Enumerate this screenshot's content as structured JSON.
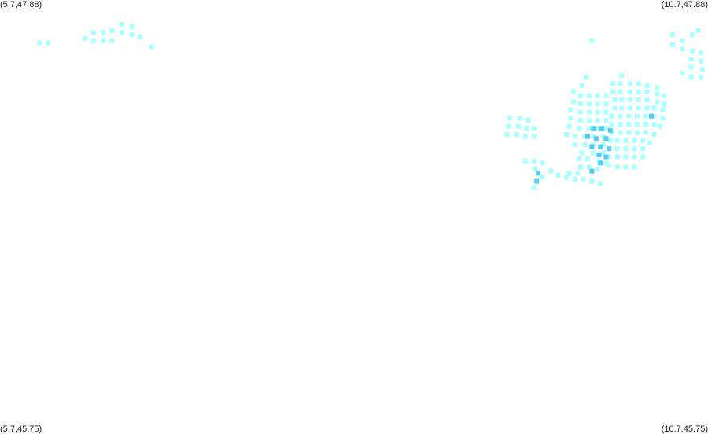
{
  "map": {
    "corners": {
      "top_left": "(5.7,47.88)",
      "top_right": "(10.7,47.88)",
      "bottom_left": "(5.7,45.75)",
      "bottom_right": "(10.7,45.75)"
    },
    "extent": {
      "lon_min": 5.7,
      "lon_max": 10.7,
      "lat_min": 45.75,
      "lat_max": 47.88
    },
    "colors": {
      "background": "#ffffff",
      "light_cell": "#aaffff",
      "dark_cell": "#55ccf0"
    },
    "cells_light": [
      [
        5.98,
        47.67
      ],
      [
        6.04,
        47.67
      ],
      [
        6.3,
        47.69
      ],
      [
        6.36,
        47.72
      ],
      [
        6.43,
        47.72
      ],
      [
        6.36,
        47.68
      ],
      [
        6.43,
        47.68
      ],
      [
        6.49,
        47.68
      ],
      [
        6.49,
        47.73
      ],
      [
        6.56,
        47.76
      ],
      [
        6.63,
        47.75
      ],
      [
        6.56,
        47.72
      ],
      [
        6.63,
        47.71
      ],
      [
        6.69,
        47.7
      ],
      [
        6.77,
        47.65
      ],
      [
        9.88,
        47.68
      ],
      [
        10.45,
        47.71
      ],
      [
        10.52,
        47.68
      ],
      [
        10.59,
        47.71
      ],
      [
        10.63,
        47.73
      ],
      [
        10.45,
        47.66
      ],
      [
        10.52,
        47.64
      ],
      [
        10.59,
        47.63
      ],
      [
        10.65,
        47.62
      ],
      [
        10.65,
        47.58
      ],
      [
        10.58,
        47.59
      ],
      [
        10.58,
        47.55
      ],
      [
        10.66,
        47.54
      ],
      [
        10.52,
        47.52
      ],
      [
        10.58,
        47.5
      ],
      [
        10.65,
        47.5
      ],
      [
        9.84,
        47.5
      ],
      [
        9.81,
        47.46
      ],
      [
        9.75,
        47.43
      ],
      [
        9.8,
        47.41
      ],
      [
        9.86,
        47.41
      ],
      [
        9.92,
        47.41
      ],
      [
        9.98,
        47.41
      ],
      [
        9.75,
        47.38
      ],
      [
        9.8,
        47.37
      ],
      [
        9.86,
        47.37
      ],
      [
        9.92,
        47.37
      ],
      [
        9.98,
        47.37
      ],
      [
        9.73,
        47.34
      ],
      [
        9.8,
        47.33
      ],
      [
        9.86,
        47.33
      ],
      [
        9.92,
        47.33
      ],
      [
        9.98,
        47.33
      ],
      [
        9.73,
        47.3
      ],
      [
        9.8,
        47.29
      ],
      [
        9.86,
        47.29
      ],
      [
        9.92,
        47.29
      ],
      [
        9.98,
        47.29
      ],
      [
        9.72,
        47.26
      ],
      [
        9.79,
        47.25
      ],
      [
        9.86,
        47.25
      ],
      [
        9.92,
        47.25
      ],
      [
        9.98,
        47.25
      ],
      [
        9.7,
        47.22
      ],
      [
        9.76,
        47.21
      ],
      [
        9.83,
        47.21
      ],
      [
        9.89,
        47.21
      ],
      [
        9.96,
        47.21
      ],
      [
        9.76,
        47.17
      ],
      [
        9.83,
        47.17
      ],
      [
        9.89,
        47.17
      ],
      [
        9.96,
        47.17
      ],
      [
        9.81,
        47.13
      ],
      [
        9.89,
        47.13
      ],
      [
        9.96,
        47.13
      ],
      [
        9.79,
        47.1
      ],
      [
        9.85,
        47.1
      ],
      [
        9.93,
        47.09
      ],
      [
        9.98,
        47.08
      ],
      [
        9.8,
        47.06
      ],
      [
        9.86,
        47.06
      ],
      [
        9.92,
        47.05
      ],
      [
        9.72,
        47.03
      ],
      [
        9.78,
        47.03
      ],
      [
        9.64,
        47.02
      ],
      [
        9.7,
        47.01
      ],
      [
        9.76,
        47.0
      ],
      [
        9.82,
        47.0
      ],
      [
        9.88,
        46.99
      ],
      [
        9.94,
        46.98
      ],
      [
        10.09,
        47.51
      ],
      [
        10.03,
        47.47
      ],
      [
        10.08,
        47.47
      ],
      [
        10.15,
        47.47
      ],
      [
        10.21,
        47.47
      ],
      [
        10.27,
        47.46
      ],
      [
        10.34,
        47.45
      ],
      [
        10.03,
        47.43
      ],
      [
        10.08,
        47.43
      ],
      [
        10.15,
        47.43
      ],
      [
        10.21,
        47.43
      ],
      [
        10.27,
        47.43
      ],
      [
        10.34,
        47.42
      ],
      [
        10.39,
        47.41
      ],
      [
        10.04,
        47.39
      ],
      [
        10.09,
        47.39
      ],
      [
        10.15,
        47.39
      ],
      [
        10.21,
        47.39
      ],
      [
        10.27,
        47.39
      ],
      [
        10.34,
        47.38
      ],
      [
        10.39,
        47.37
      ],
      [
        10.04,
        47.35
      ],
      [
        10.09,
        47.35
      ],
      [
        10.15,
        47.35
      ],
      [
        10.21,
        47.35
      ],
      [
        10.27,
        47.35
      ],
      [
        10.32,
        47.35
      ],
      [
        10.38,
        47.34
      ],
      [
        10.02,
        47.31
      ],
      [
        10.08,
        47.31
      ],
      [
        10.14,
        47.31
      ],
      [
        10.2,
        47.31
      ],
      [
        10.26,
        47.31
      ],
      [
        10.32,
        47.31
      ],
      [
        10.38,
        47.3
      ],
      [
        10.02,
        47.27
      ],
      [
        10.08,
        47.27
      ],
      [
        10.14,
        47.27
      ],
      [
        10.2,
        47.27
      ],
      [
        10.26,
        47.27
      ],
      [
        10.32,
        47.27
      ],
      [
        10.36,
        47.26
      ],
      [
        10.02,
        47.23
      ],
      [
        10.08,
        47.23
      ],
      [
        10.14,
        47.23
      ],
      [
        10.2,
        47.23
      ],
      [
        10.26,
        47.23
      ],
      [
        10.32,
        47.22
      ],
      [
        10.01,
        47.19
      ],
      [
        10.06,
        47.19
      ],
      [
        10.12,
        47.19
      ],
      [
        10.18,
        47.19
      ],
      [
        10.24,
        47.19
      ],
      [
        10.29,
        47.18
      ],
      [
        10.0,
        47.15
      ],
      [
        10.06,
        47.15
      ],
      [
        10.12,
        47.15
      ],
      [
        10.18,
        47.15
      ],
      [
        10.24,
        47.15
      ],
      [
        10.0,
        47.11
      ],
      [
        10.06,
        47.11
      ],
      [
        10.12,
        47.11
      ],
      [
        10.18,
        47.11
      ],
      [
        10.24,
        47.11
      ],
      [
        10.0,
        47.07
      ],
      [
        10.06,
        47.06
      ],
      [
        10.12,
        47.06
      ],
      [
        10.18,
        47.06
      ],
      [
        9.3,
        47.3
      ],
      [
        9.37,
        47.3
      ],
      [
        9.43,
        47.29
      ],
      [
        9.29,
        47.26
      ],
      [
        9.36,
        47.26
      ],
      [
        9.42,
        47.25
      ],
      [
        9.47,
        47.25
      ],
      [
        9.28,
        47.22
      ],
      [
        9.35,
        47.22
      ],
      [
        9.41,
        47.21
      ],
      [
        9.47,
        47.21
      ],
      [
        9.41,
        47.09
      ],
      [
        9.47,
        47.09
      ],
      [
        9.53,
        47.08
      ],
      [
        9.48,
        47.05
      ],
      [
        9.59,
        47.04
      ],
      [
        9.53,
        47.01
      ],
      [
        9.47,
        46.96
      ]
    ],
    "cells_dark": [
      [
        10.3,
        47.31
      ],
      [
        9.89,
        47.25
      ],
      [
        9.95,
        47.25
      ],
      [
        10.01,
        47.24
      ],
      [
        9.85,
        47.21
      ],
      [
        9.91,
        47.2
      ],
      [
        9.98,
        47.2
      ],
      [
        9.88,
        47.16
      ],
      [
        9.94,
        47.16
      ],
      [
        10.0,
        47.15
      ],
      [
        9.93,
        47.12
      ],
      [
        9.98,
        47.11
      ],
      [
        9.94,
        47.08
      ],
      [
        9.88,
        47.04
      ],
      [
        9.5,
        47.03
      ],
      [
        9.49,
        46.99
      ]
    ]
  }
}
